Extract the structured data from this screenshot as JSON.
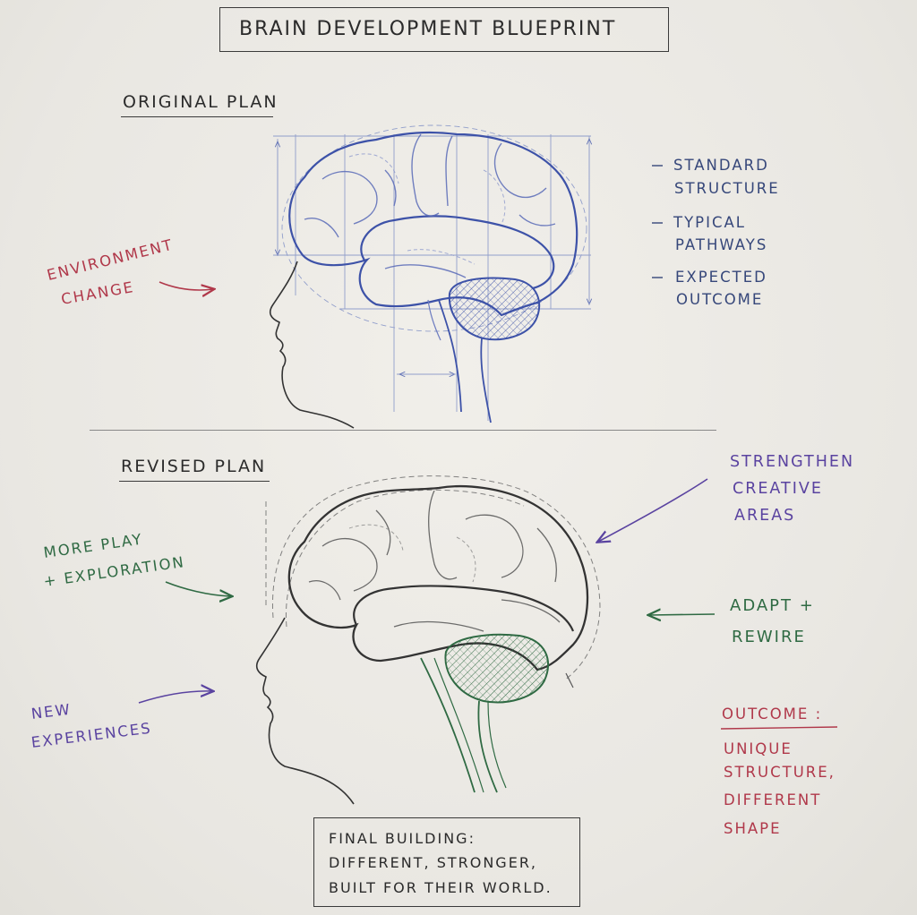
{
  "title": "Brain Development Blueprint",
  "original": {
    "heading": "Original Plan",
    "notes": [
      "Standard",
      "Structure",
      "Typical",
      "Pathways",
      "Expected",
      "Outcome"
    ],
    "environment_label": [
      "Environment",
      "Change"
    ]
  },
  "revised": {
    "heading": "Revised Plan",
    "play_label": [
      "More Play",
      "+ Exploration"
    ],
    "experiences_label": [
      "New",
      "Experiences"
    ],
    "strengthen_label": [
      "Strengthen",
      "Creative",
      "Areas"
    ],
    "adapt_label": [
      "Adapt +",
      "Rewire"
    ],
    "outcome_heading": "Outcome :",
    "outcome_lines": [
      "Unique",
      "Structure,",
      "Different",
      "Shape"
    ]
  },
  "final": {
    "lines": [
      "Final Building:",
      "Different, Stronger,",
      "Built for their world."
    ]
  },
  "colors": {
    "ink": "#2b2b2b",
    "blue": "#3d52a8",
    "red": "#b0384a",
    "green": "#2f6a43",
    "purple": "#5a43a0"
  }
}
